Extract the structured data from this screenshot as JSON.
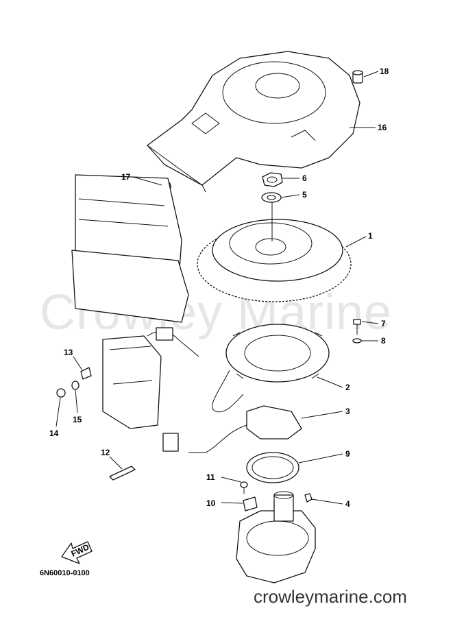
{
  "watermark": "Crowley Marine",
  "site": "crowleymarine.com",
  "catalog_code": "6N60010-0100",
  "fwd_label": "FWD",
  "labels": {
    "p1": "1",
    "p2": "2",
    "p3": "3",
    "p4": "4",
    "p5": "5",
    "p6": "6",
    "p7": "7",
    "p8": "8",
    "p9": "9",
    "p10": "10",
    "p11": "11",
    "p12": "12",
    "p13": "13",
    "p14": "14",
    "p15": "15",
    "p16": "16",
    "p17": "17",
    "p18": "18"
  }
}
